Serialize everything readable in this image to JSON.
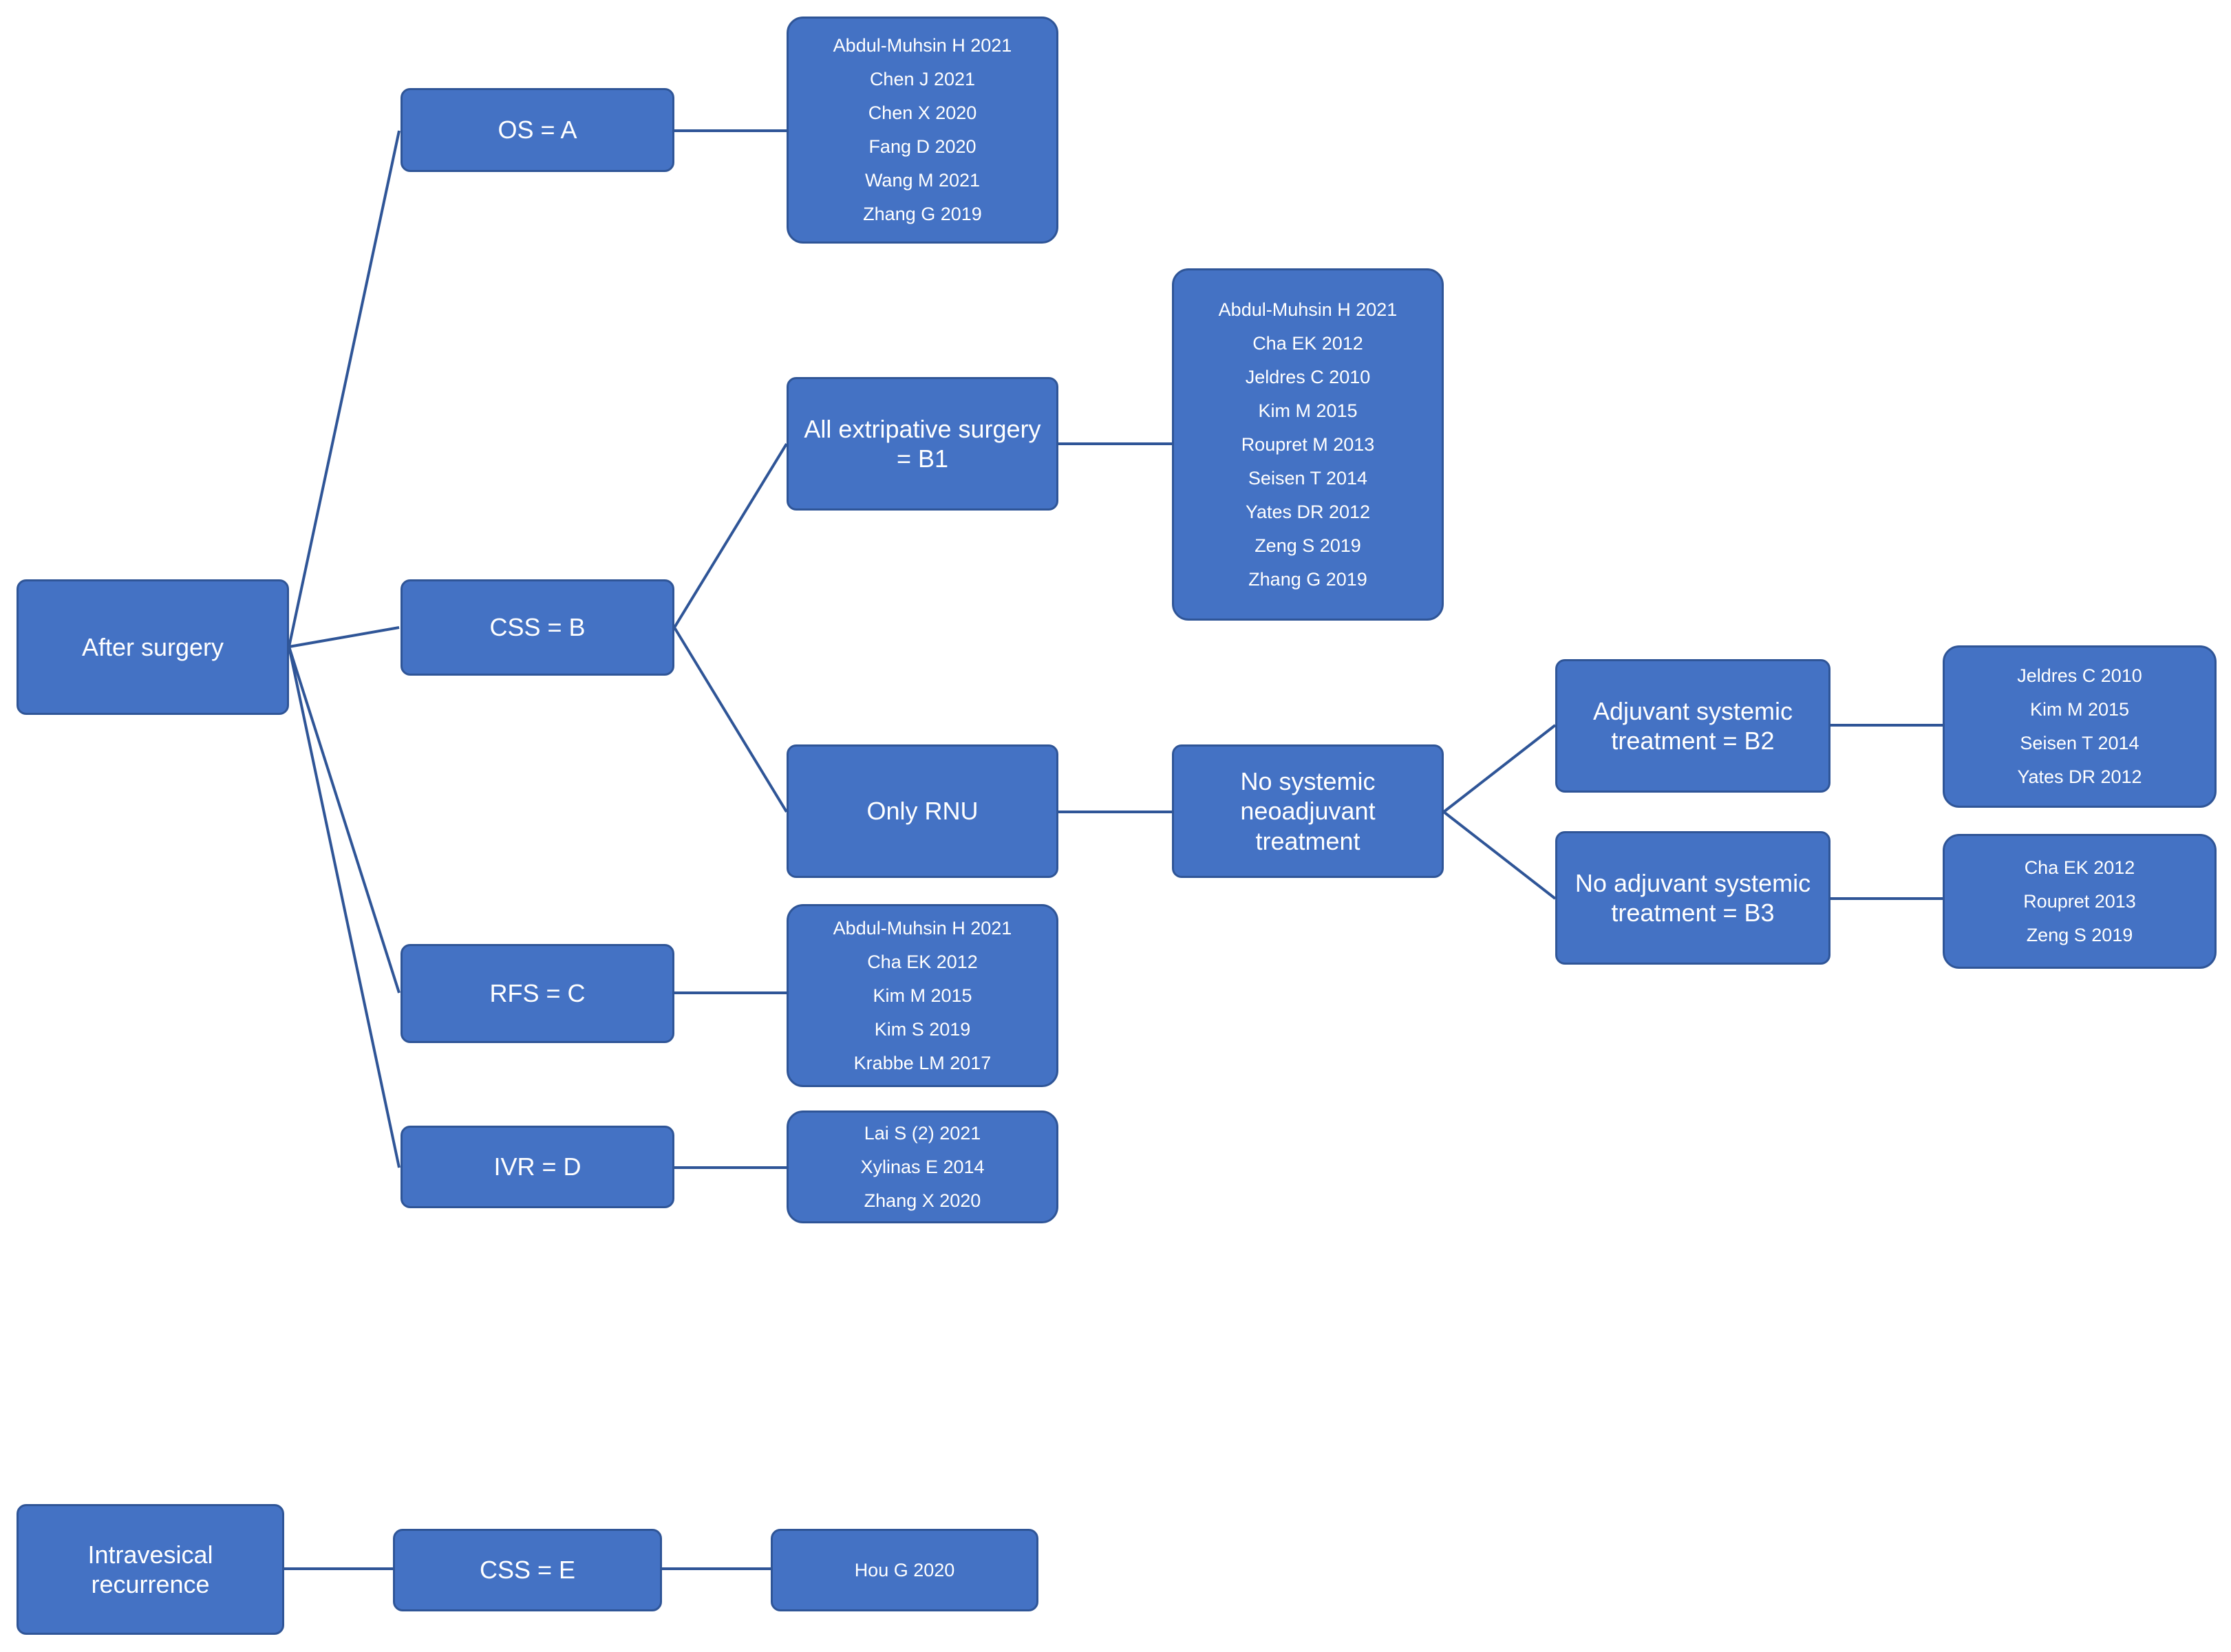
{
  "colors": {
    "box_fill": "#4472C4",
    "box_border": "#2F5597",
    "connector": "#2F5597",
    "text": "#FFFFFF",
    "background": "#FFFFFF"
  },
  "nodes": {
    "after_surgery": "After surgery",
    "os": "OS = A",
    "css_b": "CSS = B",
    "rfs": "RFS = C",
    "ivr": "IVR = D",
    "all_extripative": "All extripative surgery = B1",
    "only_rnu": "Only RNU",
    "no_systemic_neoadjuvant": "No systemic neoadjuvant treatment",
    "adjuvant_b2": "Adjuvant systemic treatment = B2",
    "no_adjuvant_b3": "No adjuvant systemic treatment = B3",
    "intravesical": "Intravesical recurrence",
    "css_e": "CSS = E"
  },
  "references": {
    "os": [
      "Abdul-Muhsin H 2021",
      "Chen J 2021",
      "Chen X 2020",
      "Fang D 2020",
      "Wang M 2021",
      "Zhang G 2019"
    ],
    "b1": [
      "Abdul-Muhsin H 2021",
      "Cha EK 2012",
      "Jeldres C 2010",
      "Kim M 2015",
      "Roupret M 2013",
      "Seisen T 2014",
      "Yates DR 2012",
      "Zeng S 2019",
      "Zhang G 2019"
    ],
    "b2": [
      "Jeldres C 2010",
      "Kim M 2015",
      "Seisen T 2014",
      "Yates DR 2012"
    ],
    "b3": [
      "Cha EK 2012",
      "Roupret 2013",
      "Zeng S 2019"
    ],
    "rfs": [
      "Abdul-Muhsin H 2021",
      "Cha EK 2012",
      "Kim M 2015",
      "Kim S 2019",
      "Krabbe LM 2017"
    ],
    "ivr": [
      "Lai S (2) 2021",
      "Xylinas E 2014",
      "Zhang X 2020"
    ],
    "css_e": [
      "Hou G 2020"
    ]
  }
}
